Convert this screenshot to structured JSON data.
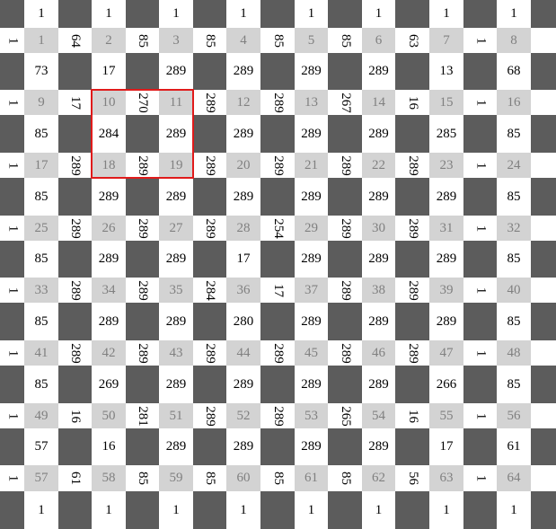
{
  "board": {
    "size": 8,
    "square_labels": [
      1,
      2,
      3,
      4,
      5,
      6,
      7,
      8,
      9,
      10,
      11,
      12,
      13,
      14,
      15,
      16,
      17,
      18,
      19,
      20,
      21,
      22,
      23,
      24,
      25,
      26,
      27,
      28,
      29,
      30,
      31,
      32,
      33,
      34,
      35,
      36,
      37,
      38,
      39,
      40,
      41,
      42,
      43,
      44,
      45,
      46,
      47,
      48,
      49,
      50,
      51,
      52,
      53,
      54,
      55,
      56,
      57,
      58,
      59,
      60,
      61,
      62,
      63,
      64
    ],
    "horizontal_edges": [
      [
        "1",
        "1",
        "1",
        "1",
        "1",
        "1",
        "1",
        "1"
      ],
      [
        "73",
        "17",
        "289",
        "289",
        "289",
        "289",
        "13",
        "68"
      ],
      [
        "85",
        "284",
        "289",
        "289",
        "289",
        "289",
        "285",
        "85"
      ],
      [
        "85",
        "289",
        "289",
        "289",
        "289",
        "289",
        "289",
        "85"
      ],
      [
        "85",
        "289",
        "289",
        "17",
        "289",
        "289",
        "289",
        "85"
      ],
      [
        "85",
        "289",
        "289",
        "280",
        "289",
        "289",
        "289",
        "85"
      ],
      [
        "85",
        "269",
        "289",
        "289",
        "289",
        "289",
        "266",
        "85"
      ],
      [
        "57",
        "16",
        "289",
        "289",
        "289",
        "289",
        "17",
        "61"
      ],
      [
        "1",
        "1",
        "1",
        "1",
        "1",
        "1",
        "1",
        "1"
      ]
    ],
    "vertical_edges": [
      [
        "1",
        "64",
        "85",
        "85",
        "85",
        "85",
        "63",
        "1"
      ],
      [
        "1",
        "17",
        "270",
        "289",
        "289",
        "267",
        "16",
        "1"
      ],
      [
        "1",
        "289",
        "289",
        "289",
        "289",
        "289",
        "289",
        "1"
      ],
      [
        "1",
        "289",
        "289",
        "289",
        "254",
        "289",
        "289",
        "1"
      ],
      [
        "1",
        "289",
        "289",
        "284",
        "17",
        "289",
        "289",
        "1"
      ],
      [
        "1",
        "289",
        "289",
        "289",
        "289",
        "289",
        "289",
        "1"
      ],
      [
        "1",
        "16",
        "281",
        "289",
        "289",
        "265",
        "16",
        "1"
      ],
      [
        "1",
        "61",
        "85",
        "85",
        "85",
        "85",
        "56",
        "1"
      ]
    ],
    "highlight": {
      "row_start": 1,
      "row_end": 2,
      "col_start": 1,
      "col_end": 2
    },
    "colors": {
      "dark": "#5c5c5c",
      "edge_bg": "#ffffff",
      "square_bg": "#d3d3d3",
      "square_text": "#808080",
      "highlight": "#e01b1b"
    }
  }
}
